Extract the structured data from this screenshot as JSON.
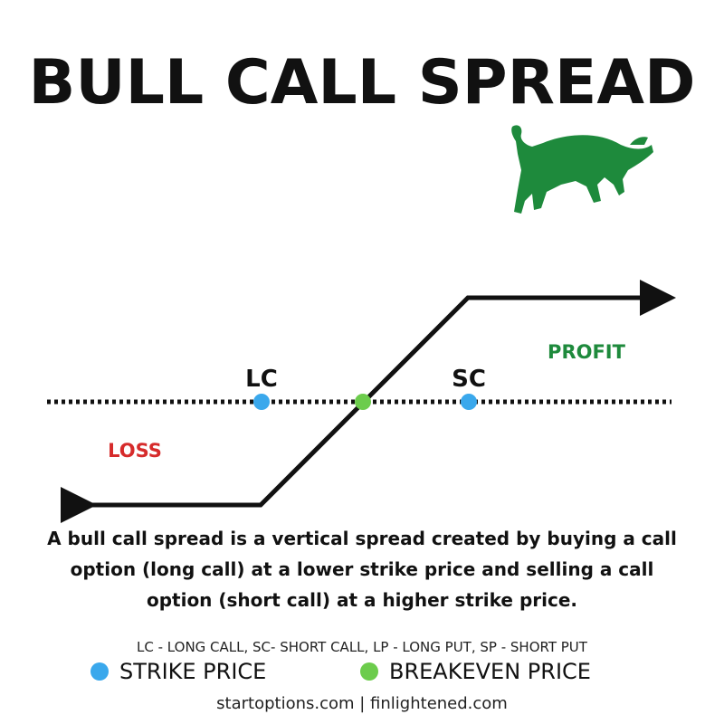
{
  "title": "BULL CALL SPREAD",
  "labels": {
    "lc": "LC",
    "sc": "SC",
    "profit": "PROFIT",
    "loss": "LOSS"
  },
  "description": "A bull call spread is a vertical spread created by buying a call option (long call) at a lower strike price and selling a call option (short call) at a higher strike price.",
  "abbreviations": "LC - LONG CALL, SC- SHORT CALL, LP - LONG PUT, SP - SHORT PUT",
  "legend": {
    "strike": "STRIKE PRICE",
    "breakeven": "BREAKEVEN PRICE"
  },
  "footer": "startoptions.com | finlightened.com",
  "icons": {
    "mascot": "bull-icon"
  },
  "colors": {
    "strike_dot": "#3aa8ec",
    "breakeven_dot": "#6ccc4c",
    "profit": "#1e8a3c",
    "loss": "#d62b2b",
    "bull": "#1e8a3c",
    "line": "#111111"
  }
}
